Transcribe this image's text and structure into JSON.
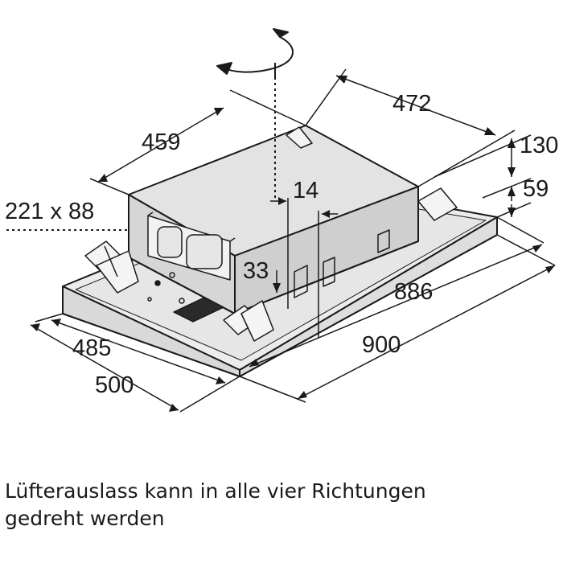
{
  "dimensions": {
    "top_width": "472",
    "top_height": "130",
    "side_offset": "59",
    "top_depth": "459",
    "outlet_gap": "14",
    "outlet_size": "221 x 88",
    "outlet_offset": "33",
    "inner_width": "886",
    "outer_width": "900",
    "inner_depth": "485",
    "outer_depth": "500"
  },
  "caption": {
    "line1": "Lüfterauslass kann in alle vier Richtungen",
    "line2": "gedreht werden"
  }
}
